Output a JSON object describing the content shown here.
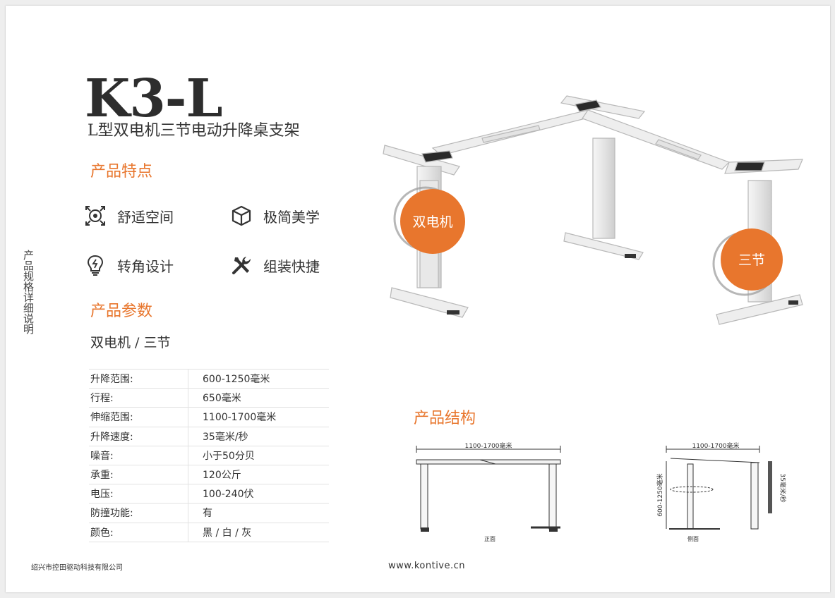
{
  "sidebar": {
    "vertical_label": "产品规格详细说明"
  },
  "header": {
    "model": "K3-L",
    "subtitle": "L型双电机三节电动升降桌支架"
  },
  "features": {
    "heading": "产品特点",
    "items": [
      {
        "label": "舒适空间",
        "icon": "comfort-space-icon"
      },
      {
        "label": "极简美学",
        "icon": "cube-icon"
      },
      {
        "label": "转角设计",
        "icon": "lightbulb-icon"
      },
      {
        "label": "组装快捷",
        "icon": "tools-icon"
      }
    ]
  },
  "parameters": {
    "heading": "产品参数",
    "summary": "双电机 / 三节",
    "rows": [
      {
        "label": "升降范围:",
        "value": "600-1250毫米"
      },
      {
        "label": "行程:",
        "value": "650毫米"
      },
      {
        "label": "伸缩范围:",
        "value": "1100-1700毫米"
      },
      {
        "label": "升降速度:",
        "value": "35毫米/秒"
      },
      {
        "label": "噪音:",
        "value": "小于50分贝"
      },
      {
        "label": "承重:",
        "value": "120公斤"
      },
      {
        "label": "电压:",
        "value": "100-240伏"
      },
      {
        "label": "防撞功能:",
        "value": "有"
      },
      {
        "label": "颜色:",
        "value": "黑 / 白 / 灰"
      }
    ]
  },
  "product_image": {
    "badge_motor": "双电机",
    "badge_stages": "三节"
  },
  "structure": {
    "heading": "产品结构",
    "front": {
      "width_label": "1100-1700毫米",
      "caption": "正面"
    },
    "side": {
      "width_label": "1100-1700毫米",
      "height_label": "600-1250毫米",
      "speed_label": "35毫米/秒",
      "caption": "侧面"
    }
  },
  "footer": {
    "company": "绍兴市控田驱动科技有限公司",
    "website": "www.kontive.cn"
  },
  "colors": {
    "accent": "#e8762d",
    "frame": "#ececec",
    "frame_edge": "#b8b8b8"
  }
}
